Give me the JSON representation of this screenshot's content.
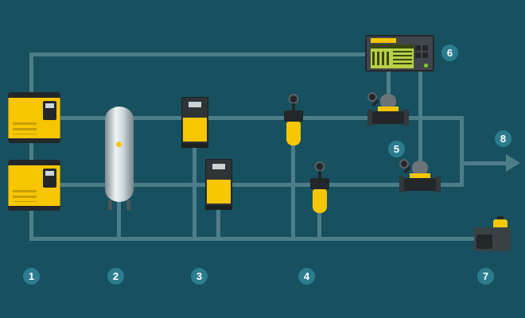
{
  "colors": {
    "bg": "#17505e",
    "pipe": "#4e7d8a",
    "badge": "#2c7c8f",
    "yellow": "#f7c600",
    "dark": "#23272a"
  },
  "badges": [
    {
      "num": "1",
      "component": "rotary-screw-compressors"
    },
    {
      "num": "2",
      "component": "air-receiver-tank"
    },
    {
      "num": "3",
      "component": "refrigeration-dryers"
    },
    {
      "num": "4",
      "component": "compressed-air-filters"
    },
    {
      "num": "5",
      "component": "air-main-valves"
    },
    {
      "num": "6",
      "component": "master-controller"
    },
    {
      "num": "7",
      "component": "condensate-treatment-unit"
    },
    {
      "num": "8",
      "component": "compressed-air-outlet"
    }
  ]
}
